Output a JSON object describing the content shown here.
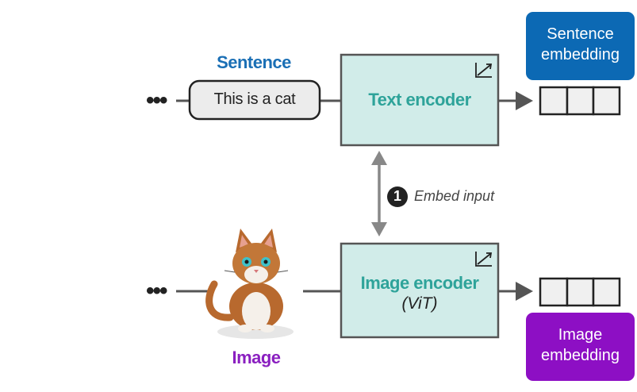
{
  "colors": {
    "encoder_fill": "#d1ece9",
    "encoder_border": "#555555",
    "sentence_color": "#1a6fb5",
    "image_color": "#8a1fc0",
    "encoder_text_color": "#2ea39a",
    "arrow_color": "#555555",
    "pill_fill": "#ececec",
    "badge_blue": "#0c69b4",
    "badge_purple": "#8d0fc4"
  },
  "top": {
    "input_label": "Sentence",
    "input_text": "This is a cat",
    "encoder_label": "Text encoder",
    "embedding_label_line1": "Sentence",
    "embedding_label_line2": "embedding",
    "trainable_icon": "trainable-axes-icon"
  },
  "bottom": {
    "input_label": "Image",
    "input_image_icon": "pixel-cat-icon",
    "encoder_label": "Image encoder",
    "encoder_sublabel": "(ViT)",
    "embedding_label_line1": "Image",
    "embedding_label_line2": "embedding",
    "trainable_icon": "trainable-axes-icon"
  },
  "step": {
    "number": "1",
    "text": "Embed input"
  },
  "ellipsis": "•••"
}
